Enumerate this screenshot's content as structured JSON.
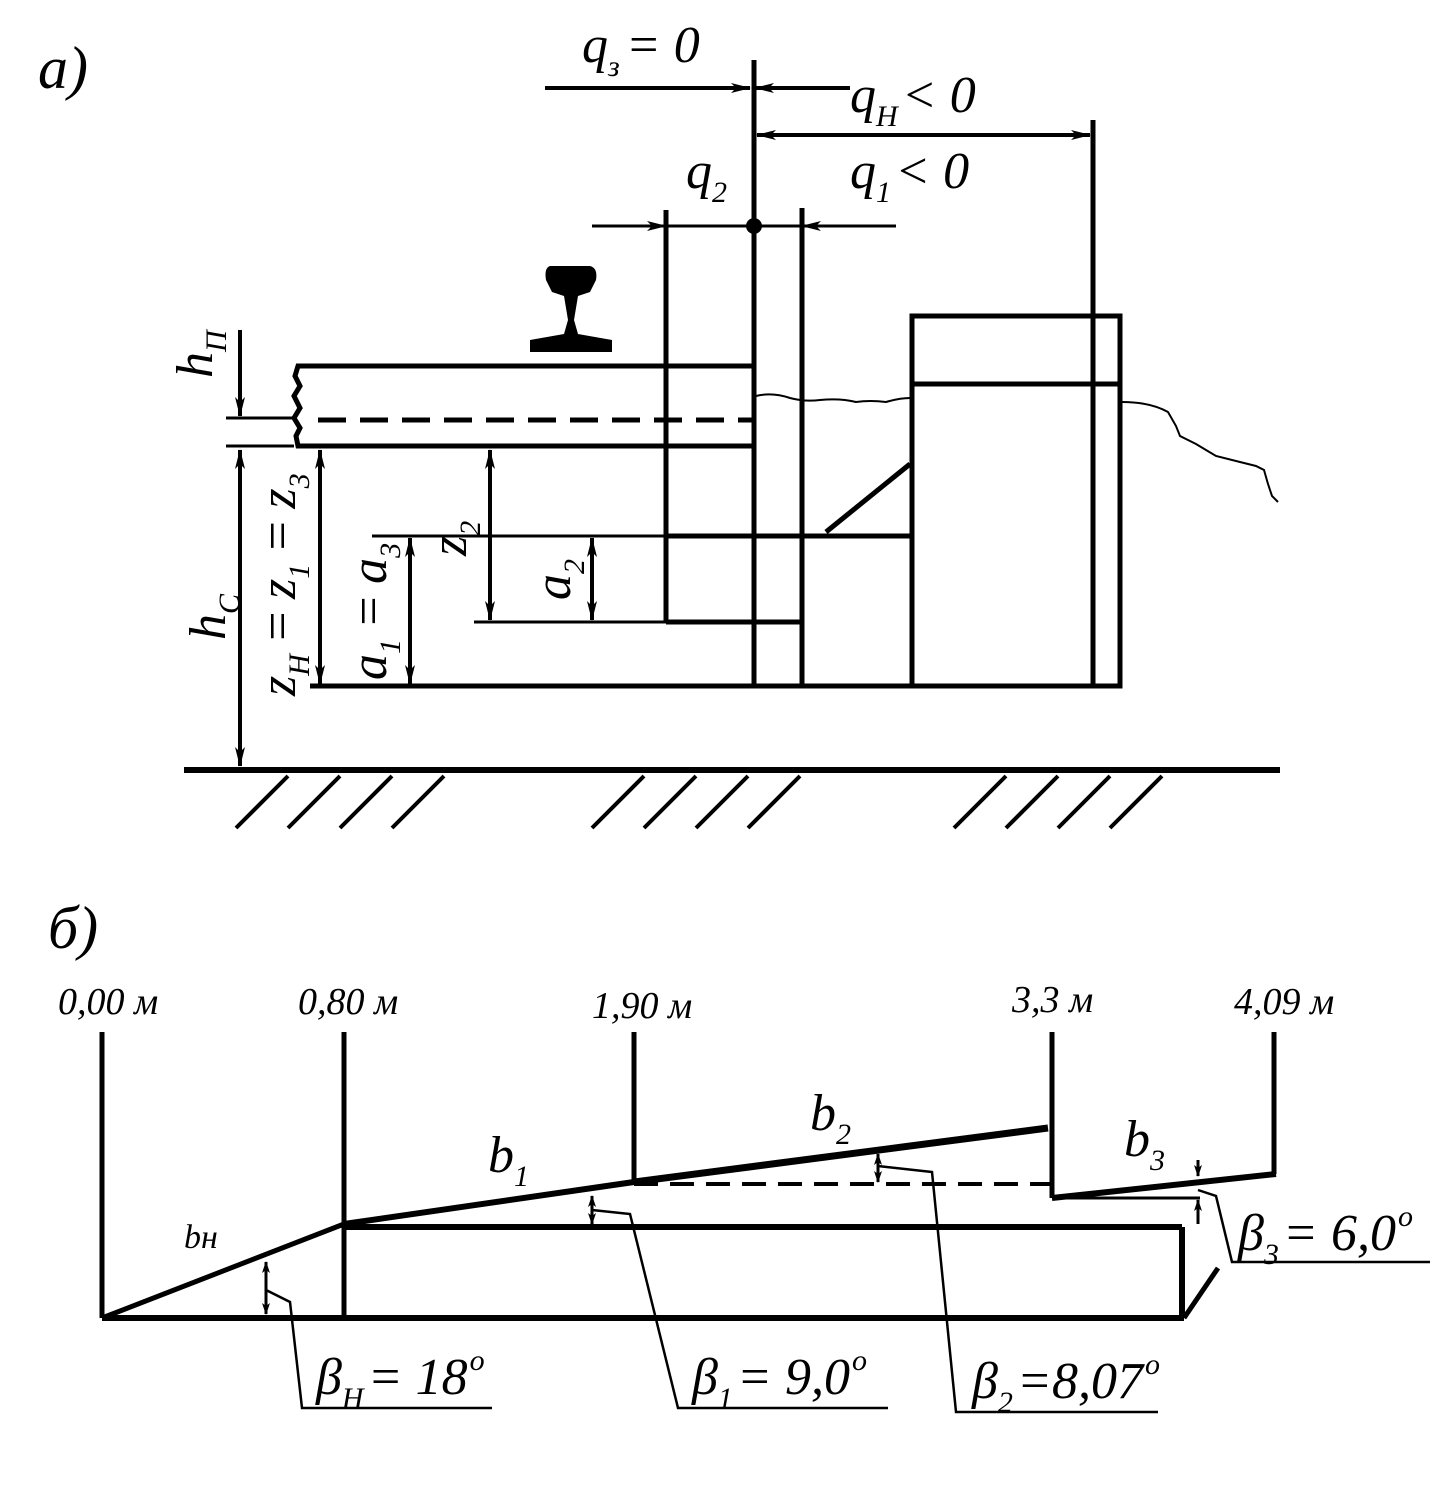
{
  "panel_a": {
    "label": "а)",
    "q3": {
      "main": "q",
      "sub": "з",
      "rest": "= 0"
    },
    "qH": {
      "main": "q",
      "sub": "Н",
      "rest": "< 0"
    },
    "q2": {
      "main": "q",
      "sub": "2"
    },
    "q1": {
      "main": "q",
      "sub": "1",
      "rest": "< 0"
    },
    "hP": {
      "main": "h",
      "sub": "П"
    },
    "hC": {
      "main": "h",
      "sub": "C"
    },
    "zH": {
      "main": "z",
      "sub": "Н"
    },
    "eq1": "=",
    "z1": {
      "main": "z",
      "sub": "1"
    },
    "eq2": "=",
    "z3": {
      "main": "z",
      "sub": "3"
    },
    "a1": {
      "main": "a",
      "sub": "1"
    },
    "eq3": "=",
    "a3": {
      "main": "a",
      "sub": "3"
    },
    "z2": {
      "main": "z",
      "sub": "2"
    },
    "a2": {
      "main": "a",
      "sub": "2"
    }
  },
  "panel_b": {
    "label": "б)",
    "positions": [
      "0,00 м",
      "0,80 м",
      "1,90 м",
      "3,3 м",
      "4,09 м"
    ],
    "bH": "bн",
    "b1": {
      "main": "b",
      "sub": "1"
    },
    "b2": {
      "main": "b",
      "sub": "2"
    },
    "b3": {
      "main": "b",
      "sub": "3"
    },
    "betaH": {
      "main": "β",
      "sub": "Н",
      "rest": "= 18",
      "deg": "o"
    },
    "beta1": {
      "main": "β",
      "sub": "1",
      "rest": "= 9,0",
      "deg": "o"
    },
    "beta2": {
      "main": "β",
      "sub": "2",
      "rest": "=8,07",
      "deg": "o"
    },
    "beta3": {
      "main": "β",
      "sub": "3",
      "rest": "= 6,0",
      "deg": "o"
    }
  }
}
